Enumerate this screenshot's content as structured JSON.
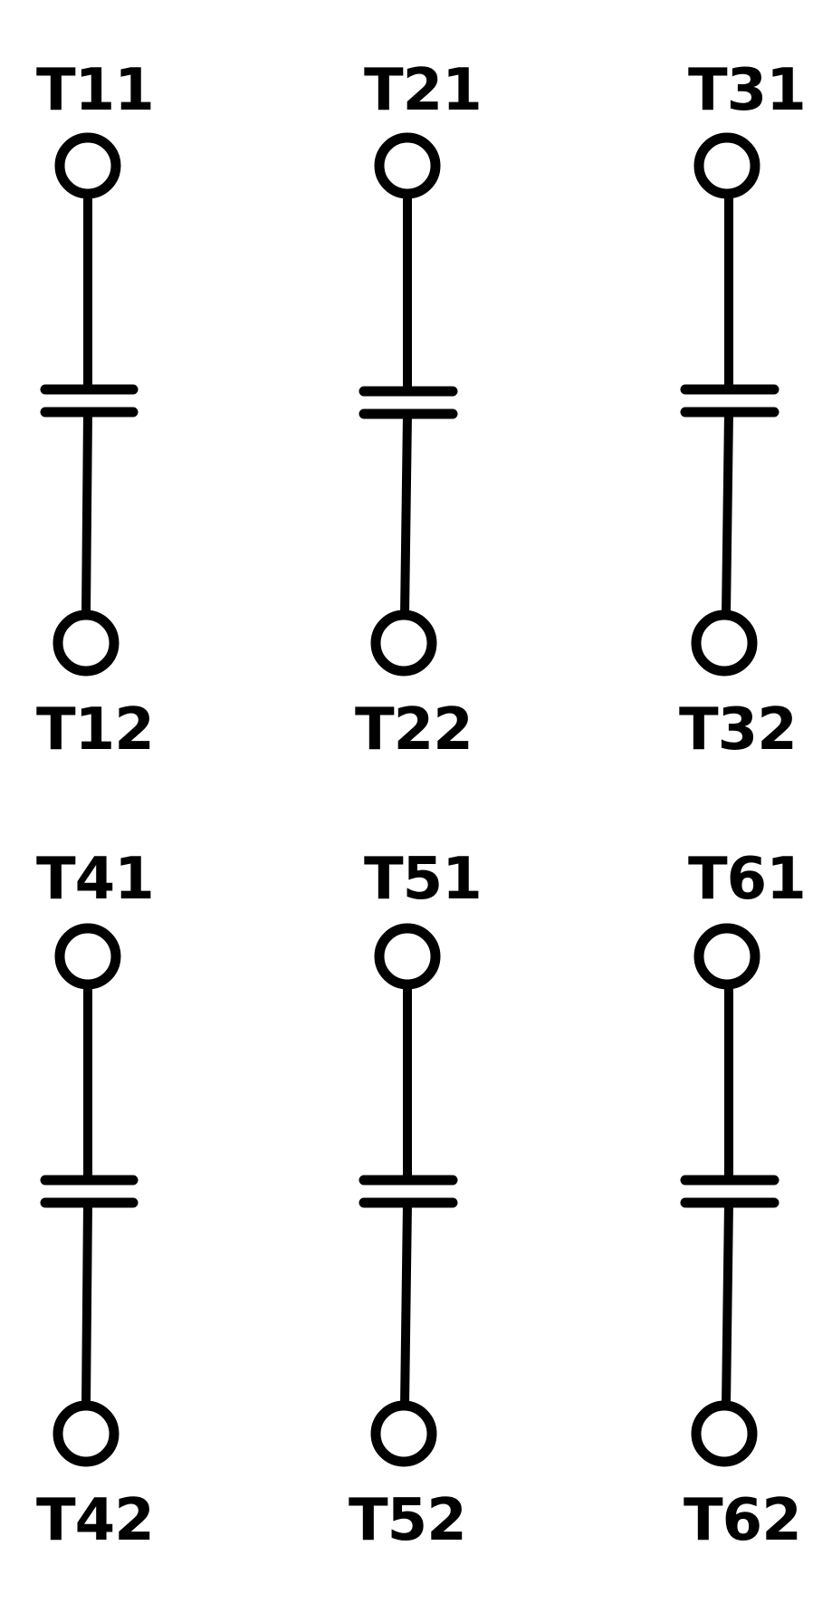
{
  "diagram": {
    "title": "",
    "type": "capacitor-symbols",
    "stroke_color": "#000000",
    "background_color": "#ffffff",
    "components": [
      {
        "id": "C1",
        "row": 1,
        "col": 1,
        "top_label": "T11",
        "bottom_label": "T12",
        "symbol": "capacitor"
      },
      {
        "id": "C2",
        "row": 1,
        "col": 2,
        "top_label": "T21",
        "bottom_label": "T22",
        "symbol": "capacitor"
      },
      {
        "id": "C3",
        "row": 1,
        "col": 3,
        "top_label": "T31",
        "bottom_label": "T32",
        "symbol": "capacitor"
      },
      {
        "id": "C4",
        "row": 2,
        "col": 1,
        "top_label": "T41",
        "bottom_label": "T42",
        "symbol": "capacitor"
      },
      {
        "id": "C5",
        "row": 2,
        "col": 2,
        "top_label": "T51",
        "bottom_label": "T52",
        "symbol": "capacitor"
      },
      {
        "id": "C6",
        "row": 2,
        "col": 3,
        "top_label": "T61",
        "bottom_label": "T62",
        "symbol": "capacitor"
      }
    ]
  }
}
